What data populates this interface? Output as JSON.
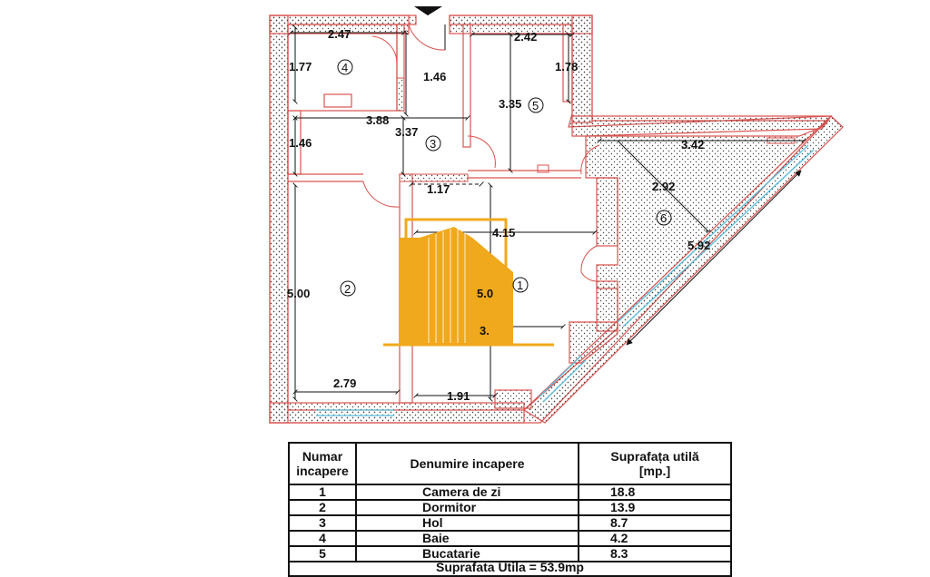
{
  "plan": {
    "dimensions": {
      "d_2_47": "2.47",
      "d_1_77": "1.77",
      "d_1_46a": "1.46",
      "d_2_42": "2.42",
      "d_1_78": "1.78",
      "d_3_35": "3.35",
      "d_3_88": "3.88",
      "d_3_37": "3.37",
      "d_1_46b": "1.46",
      "d_3_42": "3.42",
      "d_2_92": "2.92",
      "d_1_17": "1.17",
      "d_4_15": "4.15",
      "d_5_00a": "5.00",
      "d_5_00b": "5.0",
      "d_5_92": "5.92",
      "d_3_x": "3.",
      "d_2_79": "2.79",
      "d_1_91": "1.91"
    },
    "room_numbers": {
      "r1": "1",
      "r2": "2",
      "r3": "3",
      "r4": "4",
      "r5": "5",
      "r6": "6"
    },
    "colors": {
      "wall": "#d9534f",
      "hatch": "#444444",
      "window": "#5bc0de",
      "logo": "#f0a81c",
      "line": "#111111"
    }
  },
  "table": {
    "headers": {
      "number": "Numar\nincapere",
      "name": "Denumire incapere",
      "area": "Suprafața utilă\n[mp.]"
    },
    "rows": [
      {
        "number": "1",
        "name": "Camera de zi",
        "area": "18.8"
      },
      {
        "number": "2",
        "name": "Dormitor",
        "area": "13.9"
      },
      {
        "number": "3",
        "name": "Hol",
        "area": "8.7"
      },
      {
        "number": "4",
        "name": "Baie",
        "area": "4.2"
      },
      {
        "number": "5",
        "name": "Bucatarie",
        "area": "8.3"
      }
    ],
    "total": "Suprafata Utila = 53.9mp"
  }
}
